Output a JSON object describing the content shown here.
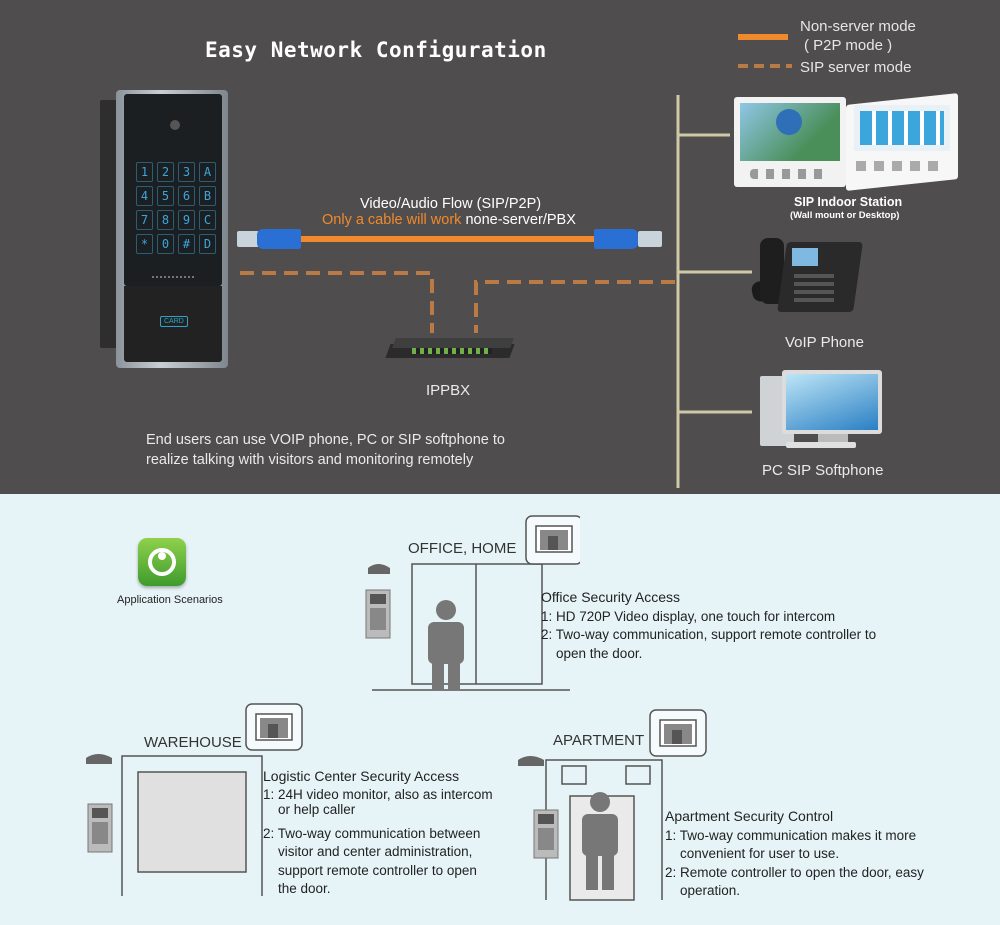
{
  "top": {
    "title": "Easy Network Configuration",
    "legend": {
      "solid_label": "Non-server mode",
      "solid_sub": "( P2P mode )",
      "dashed_label": "SIP server mode"
    },
    "flow": {
      "line1": "Video/Audio Flow (SIP/P2P)",
      "line2_highlight": "Only a cable will work",
      "line2_rest": " none-server/PBX"
    },
    "ippbx": "IPPBX",
    "description_line1": "End users can use VOIP phone, PC or SIP softphone to",
    "description_line2": "realize talking with visitors and monitoring remotely",
    "devices": {
      "indoor_title": "SIP Indoor Station",
      "indoor_sub": "(Wall mount or Desktop)",
      "voip": "VoIP Phone",
      "pc": "PC SIP Softphone"
    },
    "keypad": [
      "1",
      "2",
      "3",
      "A",
      "4",
      "5",
      "6",
      "B",
      "7",
      "8",
      "9",
      "C",
      "*",
      "0",
      "#",
      "D"
    ],
    "card_label": "CARD",
    "colors": {
      "solid": "#f08a2c",
      "dashed": "#b97a44",
      "highlight": "#f08a2c"
    }
  },
  "bottom": {
    "app_label": "Application Scenarios",
    "office": {
      "title": "OFFICE, HOME",
      "heading": "Office Security Access",
      "items": [
        "1: HD 720P Video display, one touch for intercom",
        "2: Two-way communication, support remote controller to open the door."
      ]
    },
    "warehouse": {
      "title": "WAREHOUSE",
      "heading": "Logistic Center Security Access",
      "items": [
        "1: 24H video monitor, also as intercom or help caller",
        "2: Two-way communication between visitor and center administration, support remote controller to open the door."
      ]
    },
    "apartment": {
      "title": "APARTMENT",
      "heading": "Apartment Security Control",
      "items": [
        "1: Two-way communication makes it more convenient for user to use.",
        "2: Remote controller to open the door, easy operation."
      ]
    }
  }
}
